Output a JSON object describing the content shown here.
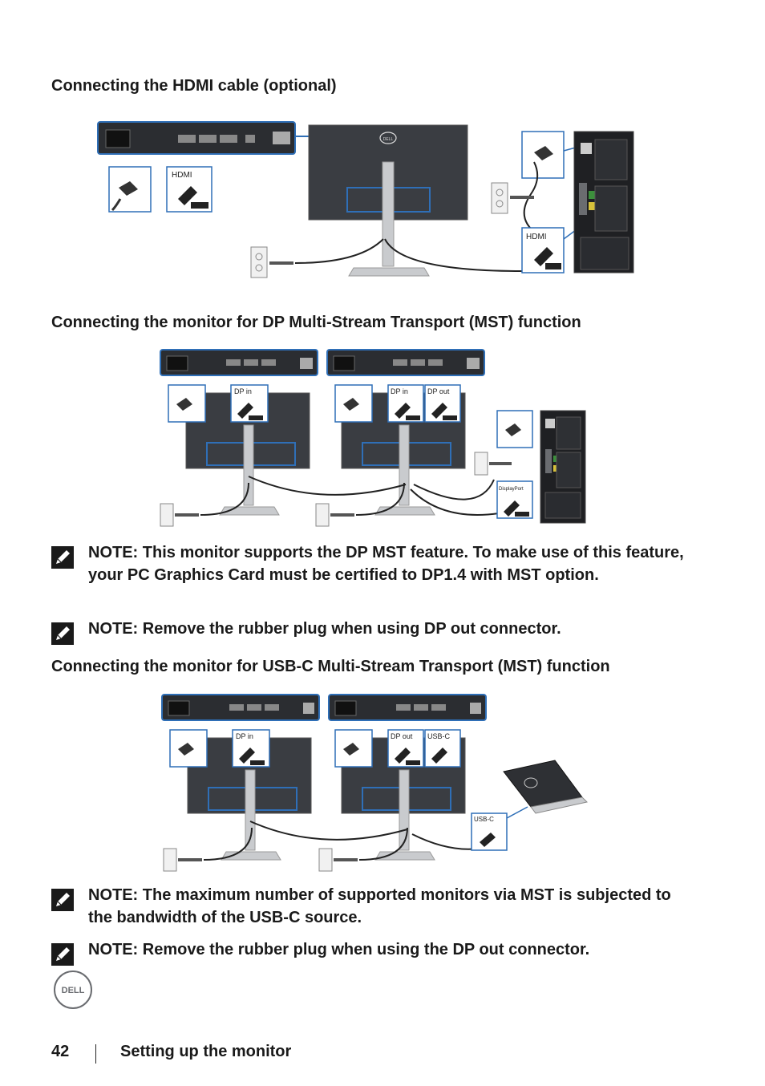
{
  "sections": {
    "hdmi": {
      "heading": "Connecting the HDMI cable (optional)",
      "label_top": "HDMI",
      "label_pc": "HDMI"
    },
    "dp_mst": {
      "heading": "Connecting the monitor for DP Multi-Stream Transport (MST) function",
      "label_dp_in": "DP in",
      "label_dp_in_2": "DP in",
      "label_dp_out": "DP out",
      "label_pc": "DisplayPort"
    },
    "usbc_mst": {
      "heading": "Connecting the monitor for USB-C Multi-Stream Transport (MST) function",
      "label_dp_in": "DP in",
      "label_dp_out": "DP out",
      "label_usbc": "USB-C",
      "label_laptop": "USB-C"
    }
  },
  "notes": [
    {
      "text": "NOTE: This monitor supports the DP MST feature. To make use of this feature, your PC Graphics Card must be certified to DP1.4 with MST option."
    },
    {
      "text": "NOTE: Remove the rubber plug when using DP out connector."
    },
    {
      "text": "NOTE: The maximum number of supported monitors via MST is subjected to the bandwidth of the USB-C source."
    },
    {
      "text": "NOTE: Remove the rubber plug when using the DP out connector."
    }
  ],
  "brand": {
    "logo_text": "DELL",
    "monitor_logo": "DELL"
  },
  "footer": {
    "page_number": "42",
    "section_title": "Setting up the monitor"
  },
  "icons": {
    "note": "note-pencil-icon",
    "logo": "dell-logo-icon"
  },
  "colors": {
    "accent_blue": "#2f6fb7",
    "monitor_dark": "#3a3d42",
    "text": "#1a1a1a"
  }
}
